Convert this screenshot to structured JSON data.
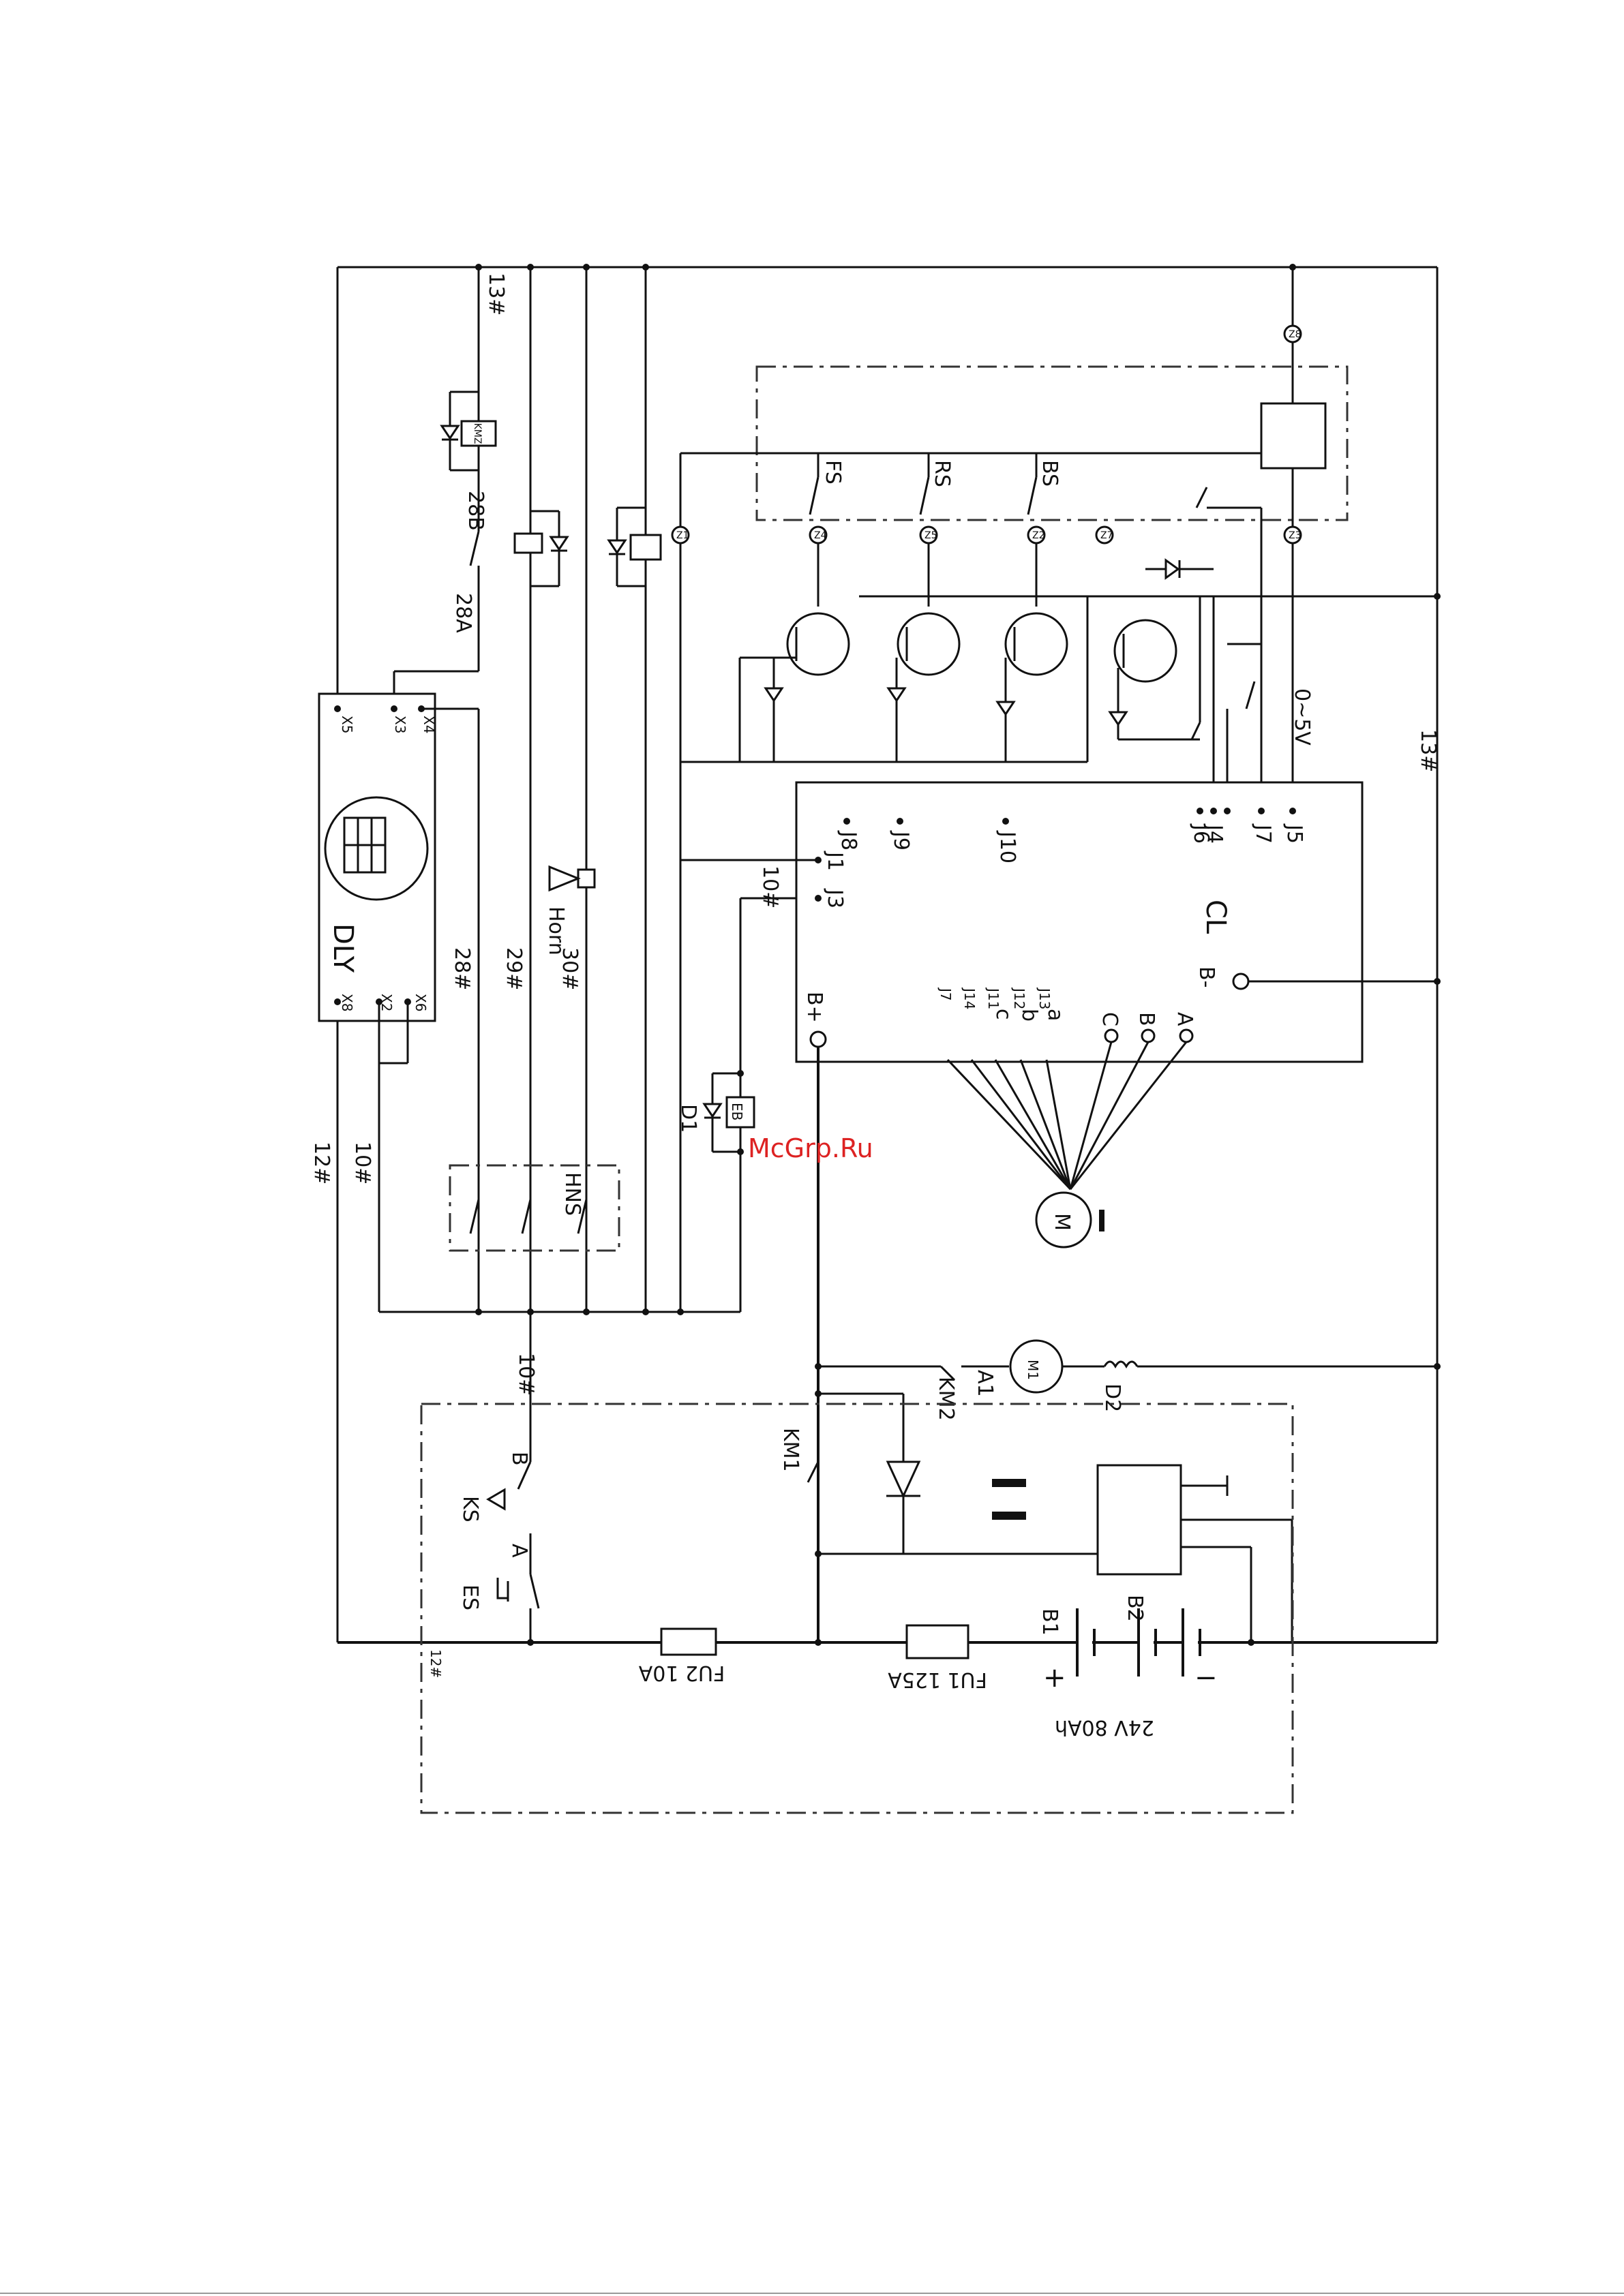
{
  "watermark": "McGrp.Ru",
  "labels": {
    "wire_13": "13#",
    "kmz": "KMZ",
    "n28b": "28B",
    "n28a": "28A",
    "dly": "DLY",
    "x5": "X5",
    "x3": "X3",
    "x4": "X4",
    "x8": "X8",
    "x2": "X2",
    "x6": "X6",
    "n28": "28#",
    "n29": "29#",
    "n30": "30#",
    "horn": "Horn",
    "wire_12": "12#",
    "wire_10": "10#",
    "wire_10b": "10#",
    "wire_10c": "10#",
    "hns": "HNS",
    "d1": "D1",
    "eb": "EB",
    "fs": "FS",
    "rs": "RS",
    "bs": "BS",
    "j1": "J1",
    "j8": "J8",
    "j3": "J3",
    "j9": "J9",
    "j10": "J10",
    "j6": "J6",
    "j4": "J4",
    "j7": "J7",
    "j5": "J5",
    "cl": "CL",
    "v05": "0~5V",
    "bplus": "B+",
    "bminus": "B-",
    "j7c": "J7",
    "j14": "J14",
    "j11": "J11",
    "j12": "J12",
    "j13": "J13",
    "c_l": "c",
    "b_l": "b",
    "a_l": "a",
    "C": "C",
    "B": "B",
    "A": "A",
    "motor_m": "M",
    "km2": "KM2",
    "a1": "A1",
    "m1": "M1",
    "d2": "D2",
    "km1": "KM1",
    "ks": "KS",
    "a_ks": "A",
    "b_ks": "B",
    "es": "ES",
    "fu2": "FU2 10A",
    "fu1": "FU1 125A",
    "b1": "B1",
    "b2": "B2",
    "batt": "24V 80Ah",
    "plus": "+",
    "minus": "−",
    "wire_12b": "12#",
    "wire_13b": "13#",
    "z1": "Z1",
    "z4": "Z4",
    "z5": "Z5",
    "z2": "Z2",
    "z3": "Z3",
    "z7": "Z7",
    "z8": "Z8"
  }
}
